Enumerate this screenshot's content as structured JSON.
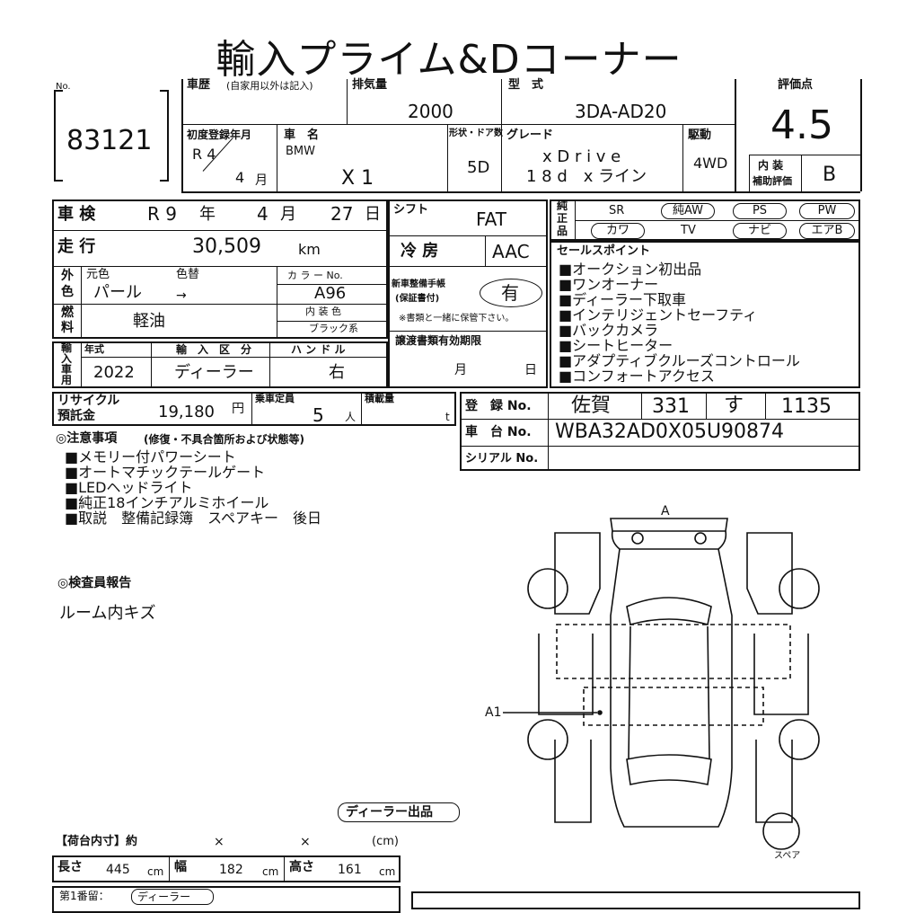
{
  "title": "輸入プライム&Dコーナー",
  "lot": {
    "label": "No.",
    "number": "83121"
  },
  "history": {
    "label": "車歴",
    "note": "(自家用以外は記入)"
  },
  "displacement": {
    "label": "排気量",
    "value": "2000"
  },
  "model": {
    "label": "型　式",
    "value": "3DA-AD20"
  },
  "score": {
    "label": "評価点",
    "value": "4.5",
    "interior_label_1": "内 装",
    "interior_label_2": "補助評価",
    "interior_value": "B"
  },
  "first_reg": {
    "label": "初度登録年月",
    "era": "R 4",
    "month": "4",
    "month_unit": "月"
  },
  "car_name": {
    "label": "車　名",
    "maker": "BMW",
    "name": "X 1"
  },
  "body_doors": {
    "label": "形状・ドア数",
    "value": "5D"
  },
  "grade": {
    "label": "グレード",
    "line1": "x D r i v e",
    "line2": "1 8 d　x ライン"
  },
  "drive": {
    "label": "駆動",
    "value": "4WD"
  },
  "inspection": {
    "label": "車 検",
    "era": "R 9",
    "year_unit": "年",
    "month": "4",
    "month_unit": "月",
    "day": "27",
    "day_unit": "日"
  },
  "shift": {
    "label": "シフト",
    "value": "FAT"
  },
  "mileage": {
    "label": "走 行",
    "value": "30,509",
    "unit": "km"
  },
  "aircon": {
    "label": "冷 房",
    "value": "AAC"
  },
  "equipment": {
    "label_1": "純",
    "label_2": "正",
    "label_3": "品",
    "row1": [
      "SR",
      "純AW",
      "PS",
      "PW"
    ],
    "row2": [
      "カワ",
      "TV",
      "ナビ",
      "エアB"
    ]
  },
  "exterior": {
    "side_1": "外",
    "side_2": "色",
    "orig_label": "元色",
    "change_label": "色替",
    "orig_value": "パール",
    "arrow": "→",
    "color_no_label": "カ ラ ー No.",
    "color_no": "A96"
  },
  "warranty": {
    "label_1": "新車整備手帳",
    "label_2": "(保証書付)",
    "value": "有",
    "note": "※書類と一緒に保管下さい。"
  },
  "fuel": {
    "side_1": "燃",
    "side_2": "料",
    "value": "軽油",
    "interior_color_label": "内 装 色",
    "interior_color": "ブラック系"
  },
  "sales_points": {
    "label": "セールスポイント",
    "items": [
      "■オークション初出品",
      "■ワンオーナー",
      "■ディーラー下取車",
      "■インテリジェントセーフティ",
      "■バックカメラ",
      "■シートヒーター",
      "■アダプティブクルーズコントロール",
      "■コンフォートアクセス"
    ]
  },
  "import": {
    "side_1": "輸",
    "side_2": "入",
    "side_3": "車",
    "side_4": "用",
    "year_label": "年式",
    "year": "2022",
    "type_label": "輸　入　区　分",
    "type": "ディーラー",
    "handle_label": "ハ ン ド ル",
    "handle": "右"
  },
  "transfer": {
    "label": "譲渡書類有効期限",
    "month_unit": "月",
    "day_unit": "日"
  },
  "recycle": {
    "label_1": "リサイクル",
    "label_2": "預託金",
    "value": "19,180",
    "unit": "円"
  },
  "capacity": {
    "label": "乗車定員",
    "value": "5",
    "unit": "人"
  },
  "load": {
    "label": "積載量",
    "unit": "t"
  },
  "registration": {
    "label": "登　録 No.",
    "area": "佐賀",
    "class": "331",
    "kana": "す",
    "number": "1135"
  },
  "chassis": {
    "label": "車　台 No.",
    "value": "WBA32AD0X05U90874"
  },
  "serial": {
    "label": "シリアル No."
  },
  "notes": {
    "label": "◎注意事項",
    "sub": "(修復・不具合箇所および状態等)",
    "items": [
      "■メモリー付パワーシート",
      "■オートマチックテールゲート",
      "■LEDヘッドライト",
      "■純正18インチアルミホイール",
      "■取説　整備記録簿　スペアキー　後日"
    ]
  },
  "inspector": {
    "label": "◎検査員報告",
    "text": "ルーム内キズ"
  },
  "diagram": {
    "mark_a": "A",
    "mark_a1": "A1",
    "spare": "スペア"
  },
  "dealer_badge": "ディーラー出品",
  "cargo": {
    "label": "【荷台内寸】約",
    "x1": "×",
    "x2": "×",
    "unit": "(cm)"
  },
  "dims": {
    "length_label": "長さ",
    "length": "445",
    "width_label": "幅",
    "width": "182",
    "height_label": "高さ",
    "height": "161",
    "unit": "cm"
  },
  "owner": {
    "label": "第1番留：",
    "value": "ディーラー"
  }
}
